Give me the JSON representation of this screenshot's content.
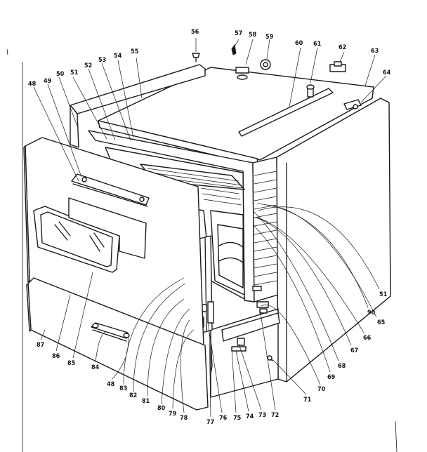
{
  "figure": {
    "labels": [
      "56",
      "57",
      "58",
      "59",
      "60",
      "61",
      "62",
      "63",
      "64",
      "48",
      "49",
      "50",
      "51",
      "52",
      "53",
      "54",
      "55",
      "51",
      "90",
      "65",
      "66",
      "67",
      "68",
      "69",
      "70",
      "71",
      "72",
      "73",
      "74",
      "75",
      "76",
      "77",
      "78",
      "79",
      "80",
      "81",
      "82",
      "83",
      "48",
      "84",
      "85",
      "86",
      "87"
    ]
  }
}
